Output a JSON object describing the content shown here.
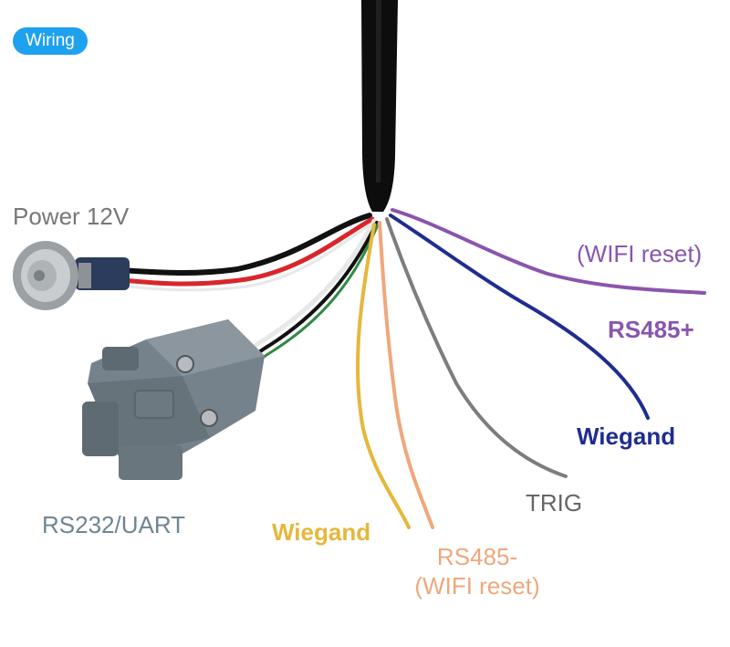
{
  "badge": {
    "label": "Wiring"
  },
  "labels": {
    "power": "Power 12V",
    "rs232": "RS232/UART",
    "wiegand_yellow": "Wiegand",
    "rs485_minus": "RS485-",
    "wifi_reset_orange": "(WIFI reset)",
    "trig": "TRIG",
    "wiegand_blue": "Wiegand",
    "rs485_plus": "RS485+",
    "wifi_reset_purple": "(WIFI reset)"
  },
  "colors": {
    "badge": "#1ea1ee",
    "cable": "#0d0d0d",
    "power_label": "#777777",
    "rs232_label": "#6e8592",
    "wire_yellow": "#e5b73b",
    "wire_orange": "#f0a77c",
    "wire_gray": "#7d7d7d",
    "wire_blue": "#1f2d8f",
    "wire_purple": "#8a55ad",
    "wire_red": "#d8262a",
    "wire_black": "#111111",
    "wire_white": "#e8e8e8",
    "wire_green": "#2f8a45",
    "connector_body": "#76828b"
  }
}
